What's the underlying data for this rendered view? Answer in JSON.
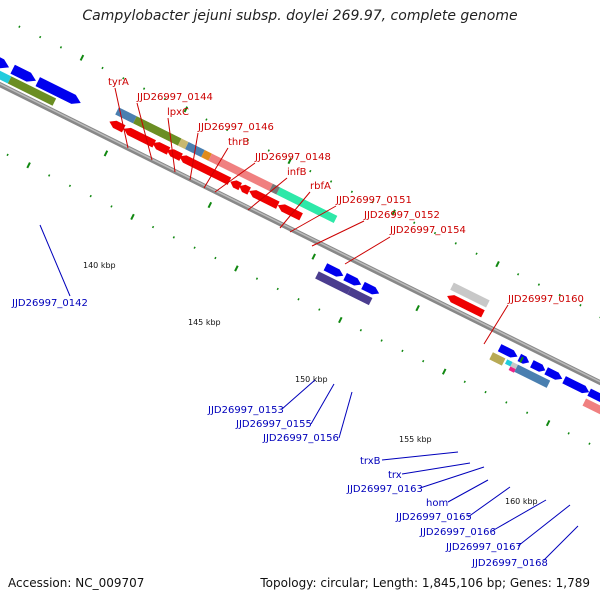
{
  "title": "Campylobacter jejuni subsp. doylei 269.97, complete genome",
  "accession": "Accession: NC_009707",
  "topology": "Topology: circular; Length: 1,845,106 bp; Genes: 1,789",
  "colors": {
    "forward_gene": "#0000ee",
    "reverse_gene": "#ee0000",
    "backbone": "#888888",
    "label_forward": "#0000bb",
    "label_reverse": "#cc0000",
    "tick": "#118811"
  },
  "scale_ticks": [
    {
      "label": "140 kbp"
    },
    {
      "label": "145 kbp"
    },
    {
      "label": "150 kbp"
    },
    {
      "label": "155 kbp"
    },
    {
      "label": "160 kbp"
    }
  ],
  "labels_top": [
    {
      "text": "tyrA"
    },
    {
      "text": "JJD26997_0144"
    },
    {
      "text": "lpxC"
    },
    {
      "text": "JJD26997_0146"
    },
    {
      "text": "thrB"
    },
    {
      "text": "JJD26997_0148"
    },
    {
      "text": "infB"
    },
    {
      "text": "rbfA"
    },
    {
      "text": "JJD26997_0151"
    },
    {
      "text": "JJD26997_0152"
    },
    {
      "text": "JJD26997_0154"
    },
    {
      "text": "JJD26997_0160"
    }
  ],
  "labels_bottom": [
    {
      "text": "JJD26997_0142"
    },
    {
      "text": "JJD26997_0153"
    },
    {
      "text": "JJD26997_0155"
    },
    {
      "text": "JJD26997_0156"
    },
    {
      "text": "trxB"
    },
    {
      "text": "trx"
    },
    {
      "text": "JJD26997_0163"
    },
    {
      "text": "hom"
    },
    {
      "text": "JJD26997_0165"
    },
    {
      "text": "JJD26997_0166"
    },
    {
      "text": "JJD26997_0167"
    },
    {
      "text": "JJD26997_0168"
    }
  ]
}
